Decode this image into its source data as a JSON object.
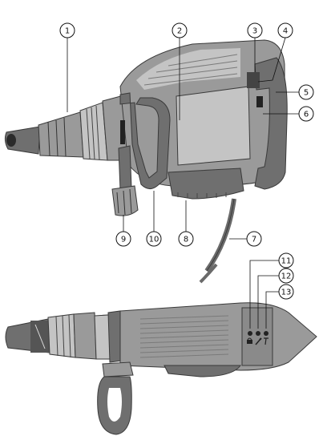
{
  "figure": {
    "callouts": [
      {
        "id": "c1",
        "label": "1"
      },
      {
        "id": "c2",
        "label": "2"
      },
      {
        "id": "c3",
        "label": "3"
      },
      {
        "id": "c4",
        "label": "4"
      },
      {
        "id": "c5",
        "label": "5"
      },
      {
        "id": "c6",
        "label": "6"
      },
      {
        "id": "c7",
        "label": "7"
      },
      {
        "id": "c8",
        "label": "8"
      },
      {
        "id": "c9",
        "label": "9"
      },
      {
        "id": "c10",
        "label": "10"
      },
      {
        "id": "c11",
        "label": "11"
      },
      {
        "id": "c12",
        "label": "12"
      },
      {
        "id": "c13",
        "label": "13"
      }
    ],
    "colors": {
      "housing_dark": "#6f6f6f",
      "housing_mid": "#9a9a9a",
      "housing_light": "#c4c4c4",
      "line": "#111111",
      "background": "#ffffff"
    },
    "icons": [
      "demolition-hammer-side-view",
      "demolition-hammer-top-view",
      "lock-icon",
      "chisel-icon",
      "chisel-rotate-icon"
    ]
  }
}
